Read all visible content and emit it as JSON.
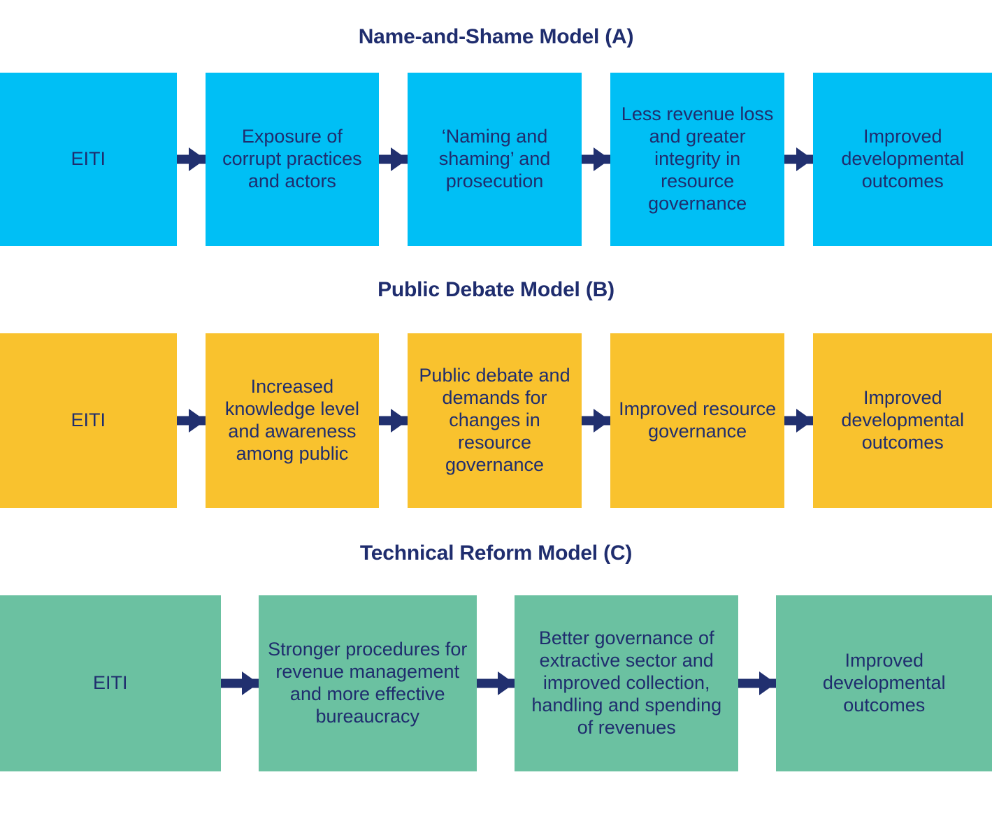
{
  "accent_colors": {
    "text_navy": "#1f2d6e",
    "arrow_navy": "#21306f",
    "model_a_fill": "#00bff5",
    "model_b_fill": "#f9c22e",
    "model_c_fill": "#6bc1a1",
    "background": "#ffffff"
  },
  "models": [
    {
      "id": "model-a",
      "title": "Name-and-Shame Model (A)",
      "fill": "#00bff5",
      "nodes": [
        "EITI",
        "Exposure of corrupt practices and actors",
        "‘Naming and shaming’ and prosecution",
        "Less revenue loss and greater integrity in resource governance",
        "Improved developmental outcomes"
      ]
    },
    {
      "id": "model-b",
      "title": "Public Debate Model (B)",
      "fill": "#f9c22e",
      "nodes": [
        "EITI",
        "Increased knowledge level and awareness among public",
        "Public debate and demands for changes in resource governance",
        "Improved resource governance",
        "Improved developmental outcomes"
      ]
    },
    {
      "id": "model-c",
      "title": "Technical Reform Model (C)",
      "fill": "#6bc1a1",
      "nodes": [
        "EITI",
        "Stronger procedures for revenue management and more effective bureaucracy",
        "Better governance of extractive sector and improved collection, handling and spending of revenues",
        "Improved developmental outcomes"
      ]
    }
  ]
}
